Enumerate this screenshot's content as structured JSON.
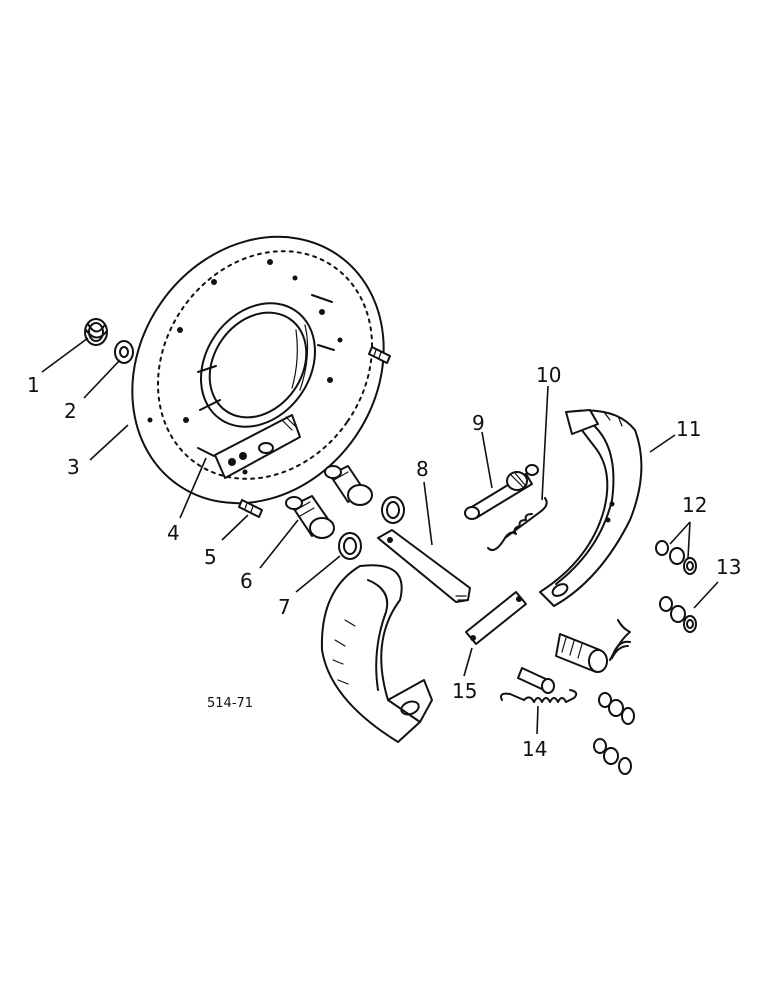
{
  "diagram": {
    "figure_code": "514-71",
    "callouts": [
      "1",
      "2",
      "3",
      "4",
      "5",
      "6",
      "7",
      "8",
      "9",
      "10",
      "11",
      "12",
      "13",
      "14",
      "15"
    ]
  }
}
